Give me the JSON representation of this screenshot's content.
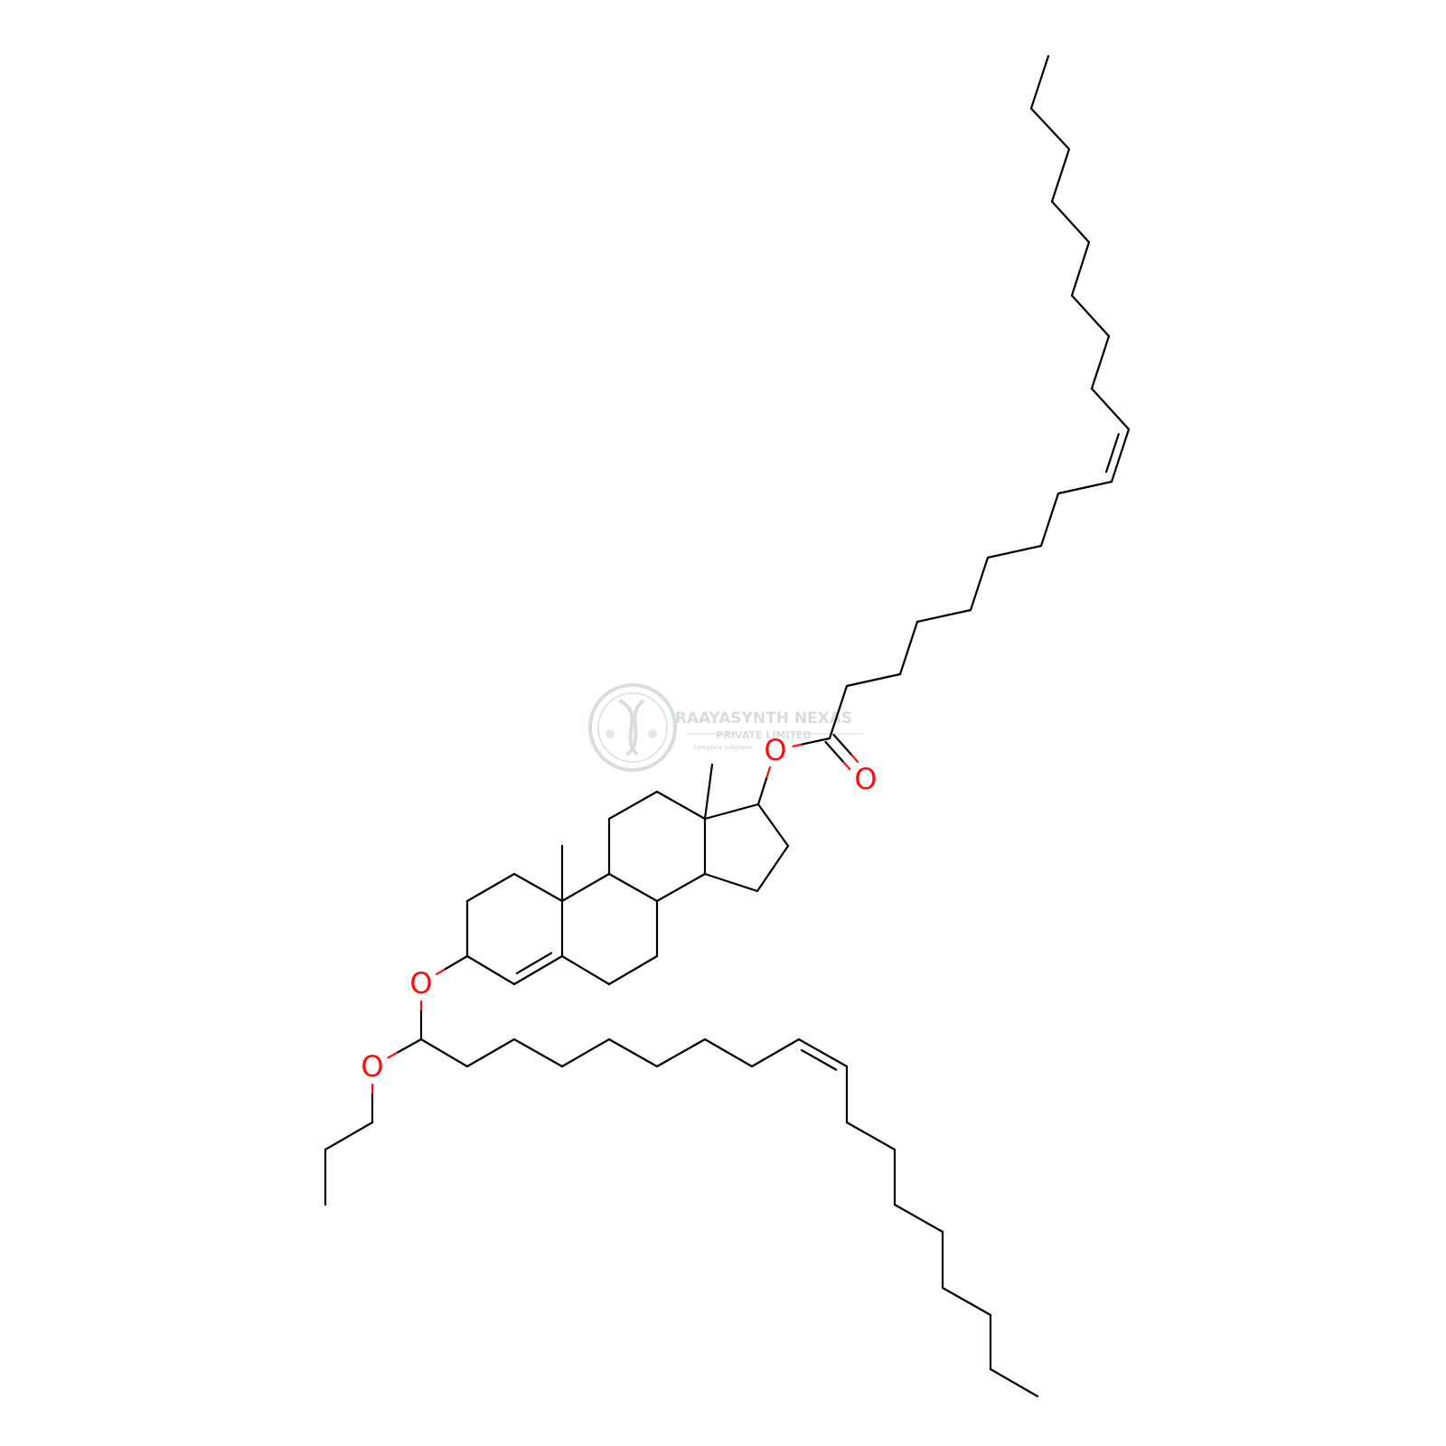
{
  "structure": {
    "type": "skeletal-formula",
    "atom_labels": [
      "O",
      "O",
      "O",
      "O"
    ],
    "colors": {
      "bond": "#000000",
      "oxygen": "#ff0d0d"
    }
  },
  "watermark": {
    "company": "RAAYASYNTH NEXAS",
    "line2": "PRIVATE LIMITED",
    "tagline": "Complete solutions",
    "color": "#b8c4bd"
  }
}
